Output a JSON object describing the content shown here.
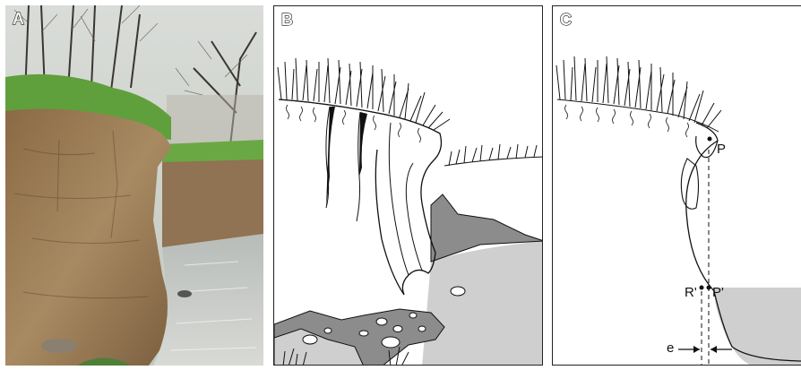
{
  "panels": {
    "a": {
      "letter": "A"
    },
    "b": {
      "letter": "B"
    },
    "c": {
      "letter": "C",
      "labels": {
        "p": "P",
        "p_prime": "P'",
        "r": "R'",
        "e": "e"
      }
    }
  },
  "colors": {
    "water_light": "#cfcfcf",
    "rock_dark": "#8c8c8c",
    "ink": "#111111",
    "soil": "#9a7a55",
    "grass": "#5fa03c"
  }
}
